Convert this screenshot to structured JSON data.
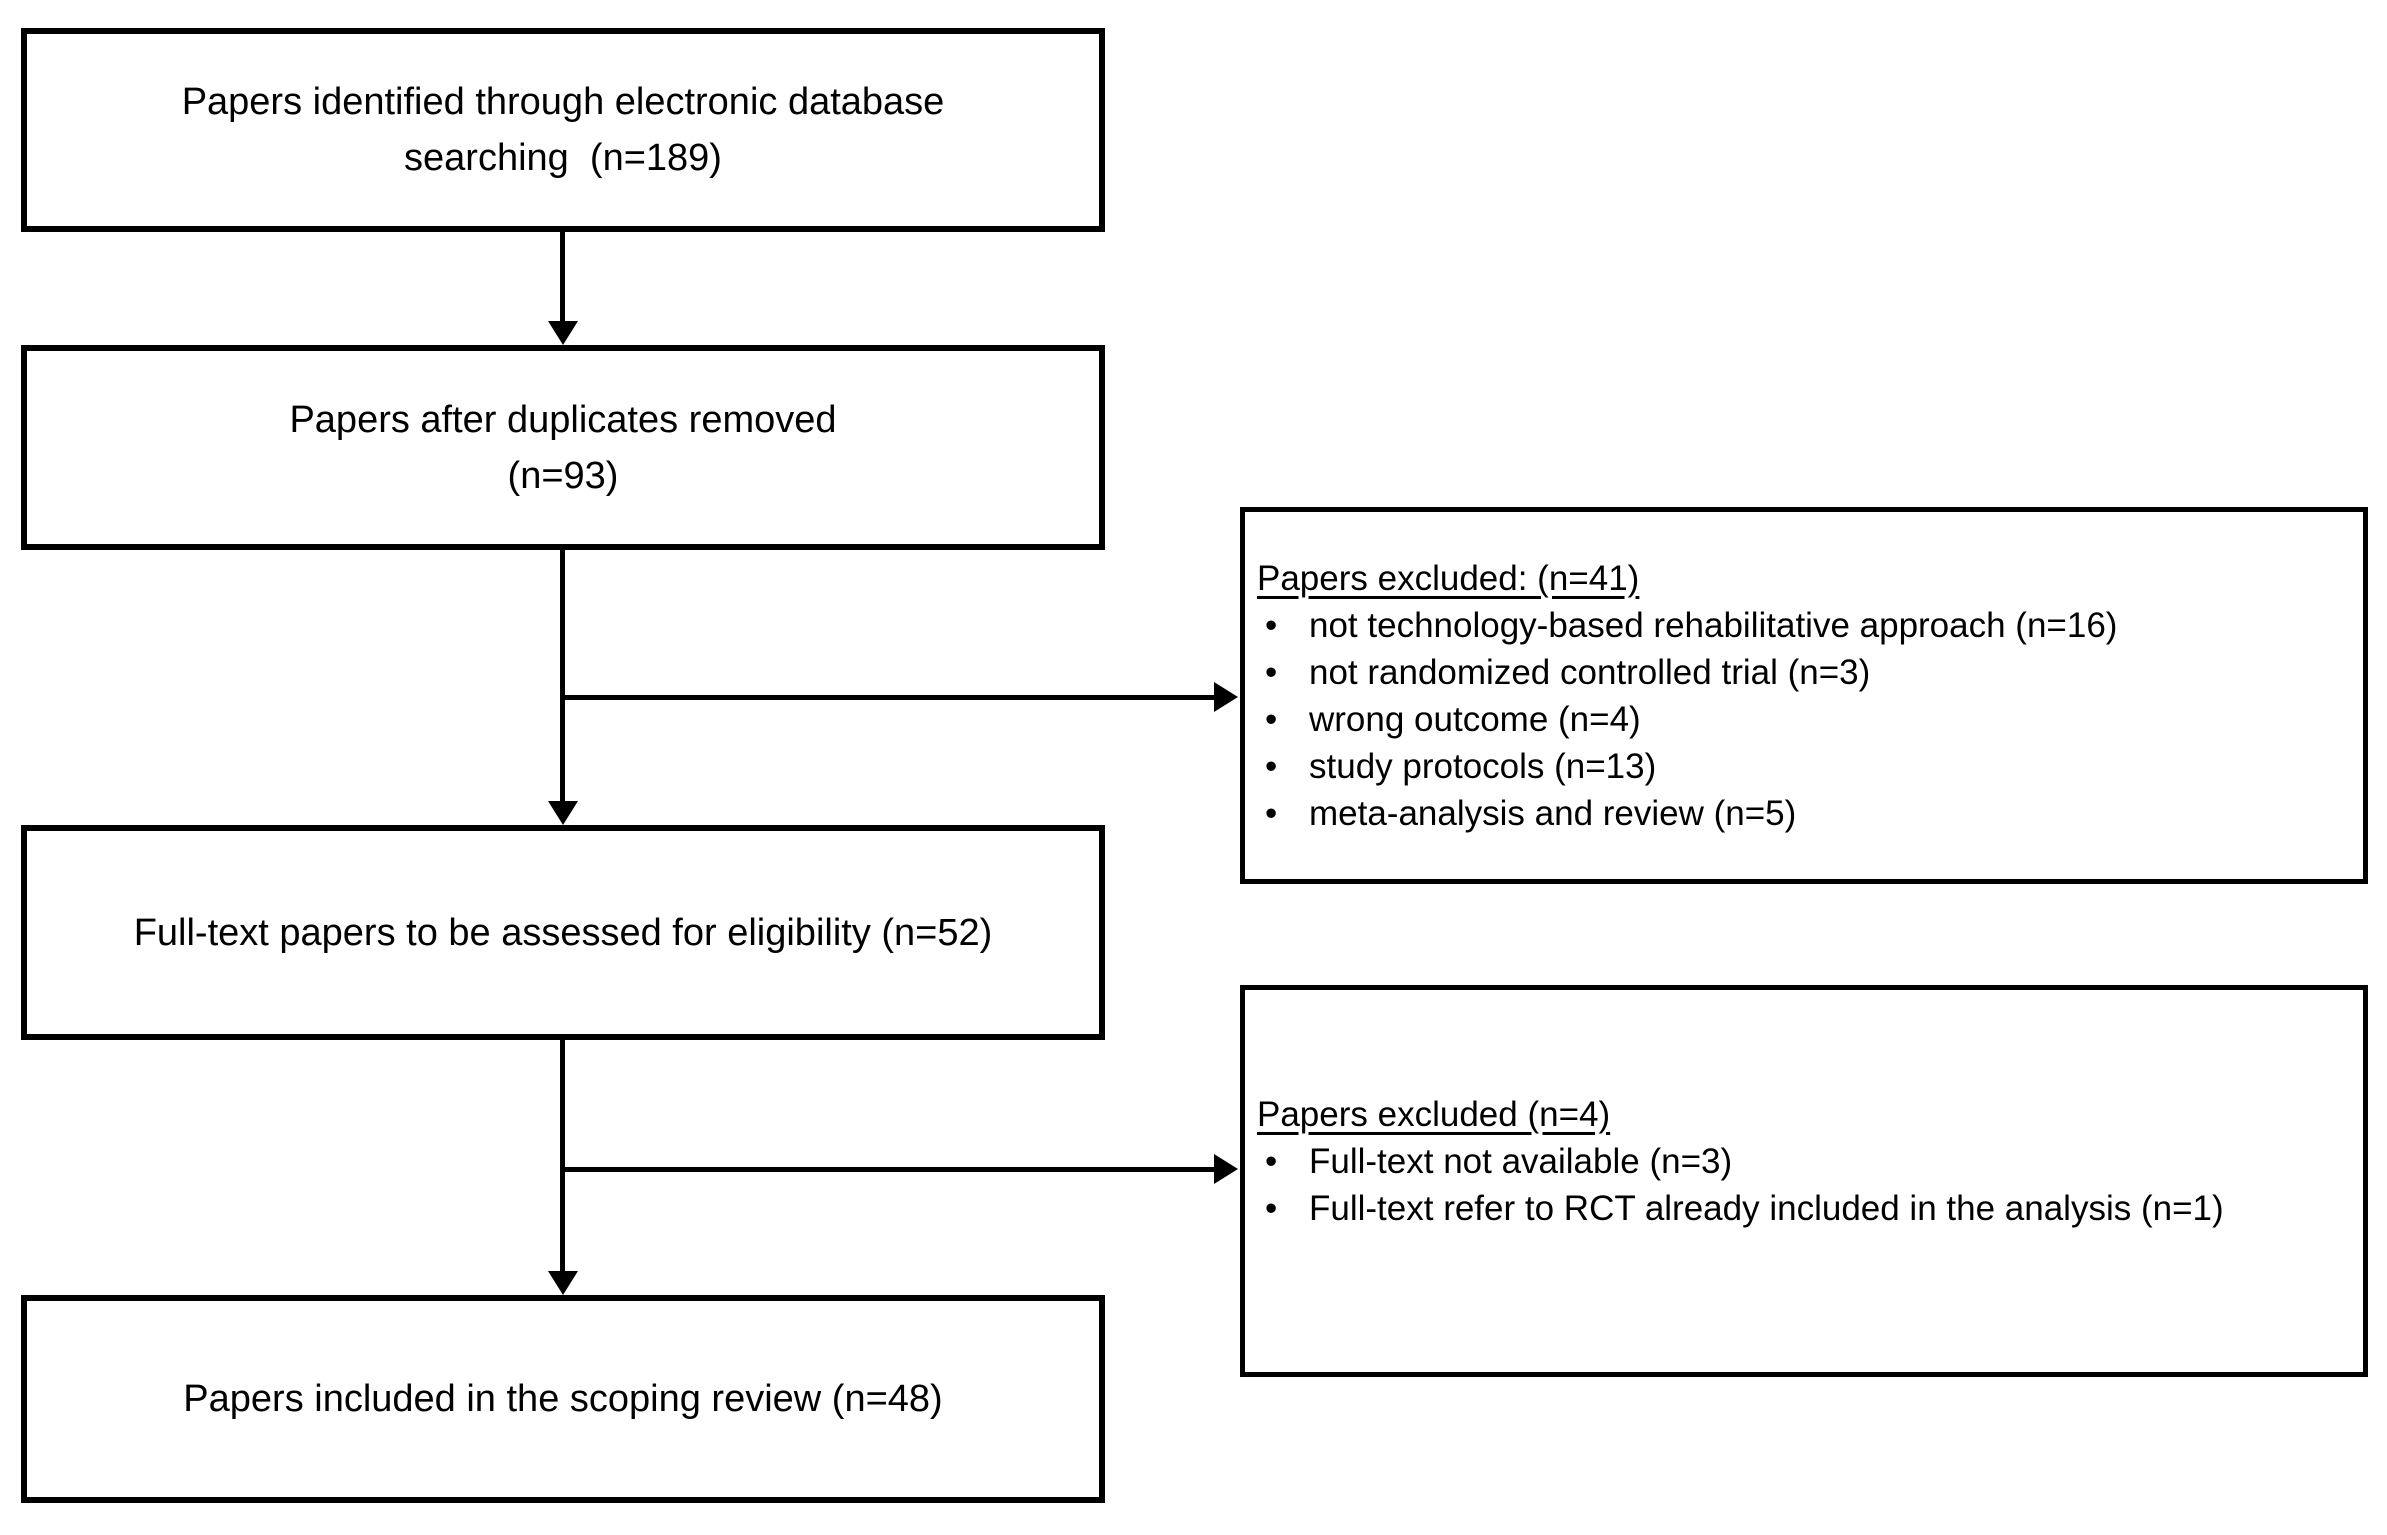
{
  "figure": {
    "type": "study-selection-flow-diagram",
    "background_color": "#ffffff",
    "stroke_color": "#000000",
    "boxes": {
      "identified": {
        "lines": [
          "Papers identified through electronic database",
          "searching  (n=189)"
        ],
        "count": 189
      },
      "duplicates_removed": {
        "lines": [
          "Papers after duplicates removed",
          "(n=93)"
        ],
        "count": 93
      },
      "fulltext_assessed": {
        "lines": [
          "Full-text papers to be assessed for eligibility (n=52)"
        ],
        "count": 52
      },
      "included": {
        "lines": [
          "Papers included in the scoping review (n=48)"
        ],
        "count": 48
      }
    },
    "exclusions": {
      "first": {
        "heading": "Papers excluded: (n=41)",
        "count": 41,
        "bullets": [
          "not technology-based rehabilitative approach (n=16)",
          "not randomized controlled trial (n=3)",
          "wrong outcome (n=4)",
          "study protocols (n=13)",
          "meta-analysis and review (n=5)"
        ]
      },
      "second": {
        "heading": "Papers excluded (n=4)",
        "count": 4,
        "bullets": [
          "Full-text not available (n=3)",
          "Full-text refer to RCT already included in the analysis (n=1)"
        ]
      }
    }
  }
}
